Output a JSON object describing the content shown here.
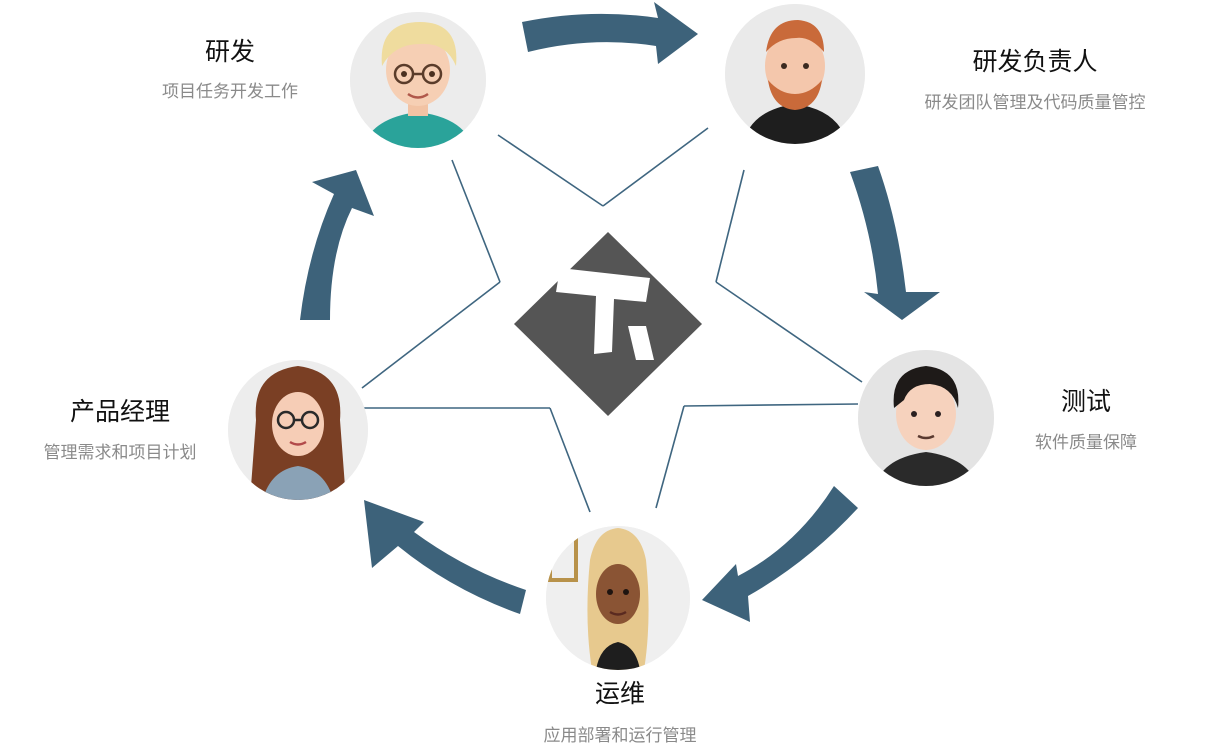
{
  "roles": {
    "dev": {
      "title": "研发",
      "desc": "项目任务开发工作"
    },
    "lead": {
      "title": "研发负责人",
      "desc": "研发团队管理及代码质量管控"
    },
    "qa": {
      "title": "测试",
      "desc": "软件质量保障"
    },
    "ops": {
      "title": "运维",
      "desc": "应用部署和运行管理"
    },
    "pm": {
      "title": "产品经理",
      "desc": "管理需求和项目计划"
    }
  },
  "colors": {
    "arrow": "#3d627a",
    "lines": "#3f6680",
    "logo": "#555555"
  },
  "center_logo": {
    "icon": "tapd-t-logo-icon"
  }
}
